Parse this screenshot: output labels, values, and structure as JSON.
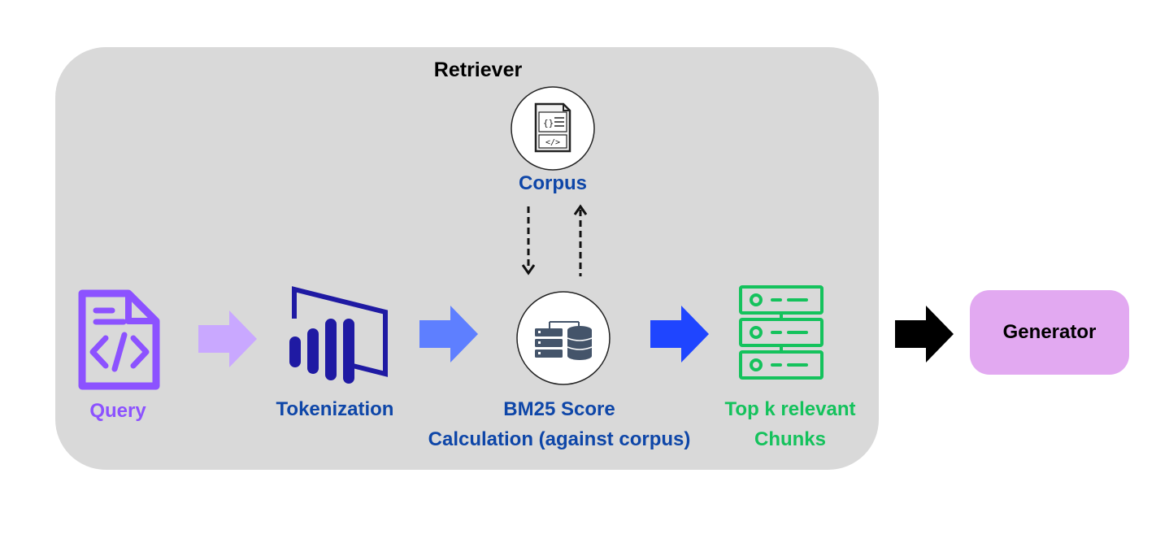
{
  "diagram": {
    "retriever_title": "Retriever",
    "steps": {
      "query": "Query",
      "tokenization": "Tokenization",
      "bm25_line1": "BM25 Score",
      "bm25_line2": "Calculation (against corpus)",
      "top_line1": "Top k relevant",
      "top_line2": "Chunks"
    },
    "corpus": "Corpus",
    "generator": "Generator"
  },
  "colors": {
    "retriever_bg": "#d9d9d9",
    "query": "#8c52ff",
    "tokenization": "#0e46a8",
    "top_k": "#14c25c",
    "generator_bg": "#e2a9f1",
    "arrow_1": "#c9a8ff",
    "arrow_2": "#5e7fff",
    "arrow_3": "#1f45ff",
    "arrow_4": "#000000"
  },
  "icons": [
    "code-file-icon",
    "power-bi-icon",
    "server-database-icon",
    "document-code-icon",
    "server-stack-icon"
  ]
}
